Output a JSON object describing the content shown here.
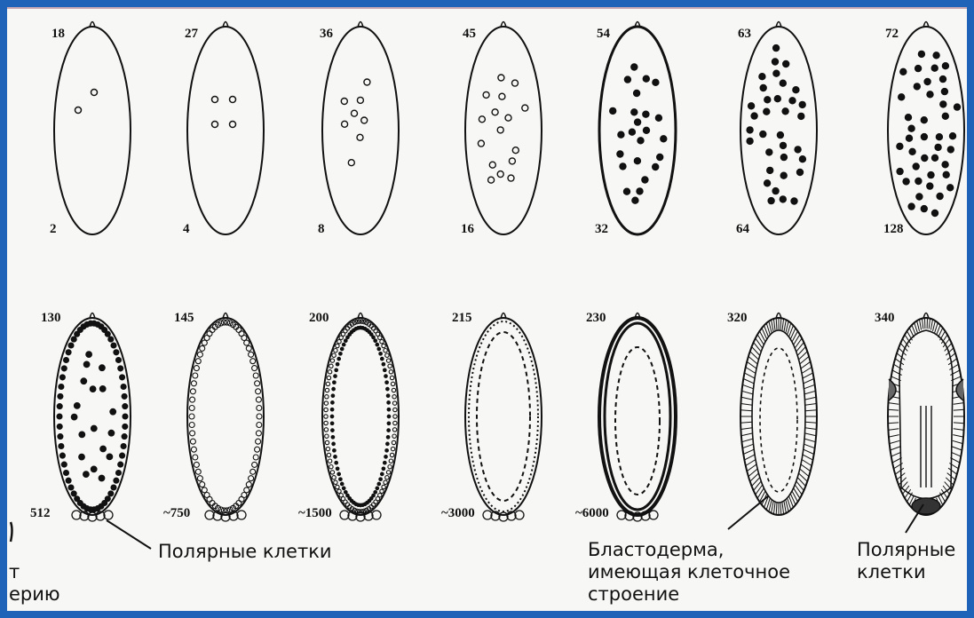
{
  "colors": {
    "frame": "#1f63b8",
    "paper": "#f7f7f5",
    "ink": "#111111",
    "backdrop": "#c9a9b3"
  },
  "top_row": [
    {
      "time": "18",
      "count": "2"
    },
    {
      "time": "27",
      "count": "4"
    },
    {
      "time": "36",
      "count": "8"
    },
    {
      "time": "45",
      "count": "16"
    },
    {
      "time": "54",
      "count": "32"
    },
    {
      "time": "63",
      "count": "64"
    },
    {
      "time": "72",
      "count": "128"
    }
  ],
  "bottom_row": [
    {
      "time": "130",
      "count": "512"
    },
    {
      "time": "145",
      "count": "~750"
    },
    {
      "time": "200",
      "count": "~1500"
    },
    {
      "time": "215",
      "count": "~3000"
    },
    {
      "time": "230",
      "count": "~6000"
    },
    {
      "time": "320",
      "count": ""
    },
    {
      "time": "340",
      "count": ""
    }
  ],
  "labels": {
    "polar_cells_left": "Полярные клетки",
    "blastoderm_line1": "Бластодерма,",
    "blastoderm_line2": "имеющая клеточное",
    "blastoderm_line3": "строение",
    "polar_cells_right_line1": "Полярные",
    "polar_cells_right_line2": "клетки",
    "cut_left_line1": "т",
    "cut_left_line2": "ерию"
  }
}
